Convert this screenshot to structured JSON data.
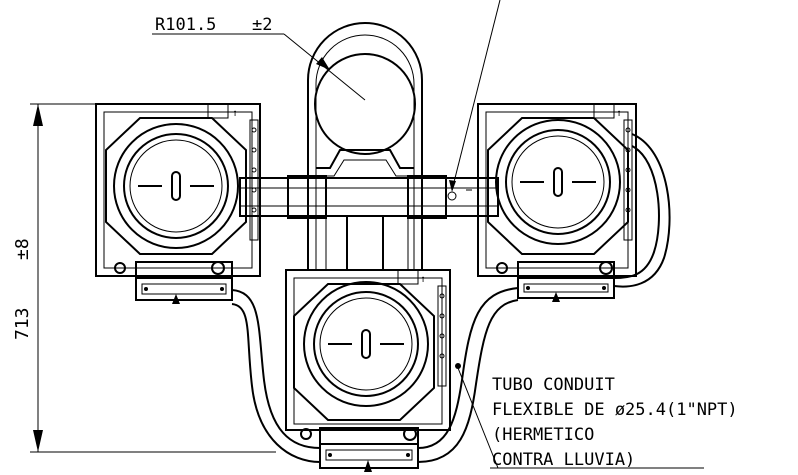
{
  "dimensions": {
    "radius_label": "R101.5",
    "radius_tolerance": "±2",
    "height_label": "713",
    "height_tolerance": "±8"
  },
  "note": {
    "line1": "TUBO CONDUIT",
    "line2": "FLEXIBLE DE ø25.4(1\"NPT)",
    "line3": "(HERMETICO",
    "line4": "CONTRA LLUVIA)"
  },
  "colors": {
    "ink": "#000000",
    "background": "#ffffff"
  }
}
